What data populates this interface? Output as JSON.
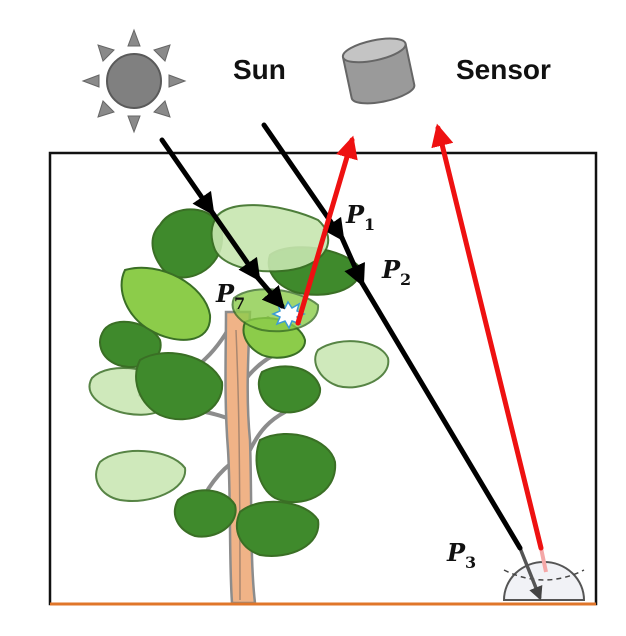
{
  "labels": {
    "sun": "Sun",
    "sensor": "Sensor",
    "points": [
      {
        "letter": "P",
        "sub": "1"
      },
      {
        "letter": "P",
        "sub": "2"
      },
      {
        "letter": "P",
        "sub": "3"
      },
      {
        "letter": "P",
        "sub": "7"
      }
    ]
  },
  "colors": {
    "incident_ray": "#000000",
    "reflected_ray": "#ee1111",
    "ground": "#e0762a",
    "frame": "#111111",
    "leaf_dark": "#3f8a2c",
    "leaf_light": "#8ccc4a",
    "leaf_pale": "#c7e6b0",
    "trunk": "#f0b387",
    "sun_body": "#808080",
    "sensor_body": "#9a9a9a"
  },
  "icons": {
    "sun": "sun-icon",
    "sensor": "sensor-icon",
    "hit": "burst-icon",
    "dome": "hemisphere-icon"
  }
}
